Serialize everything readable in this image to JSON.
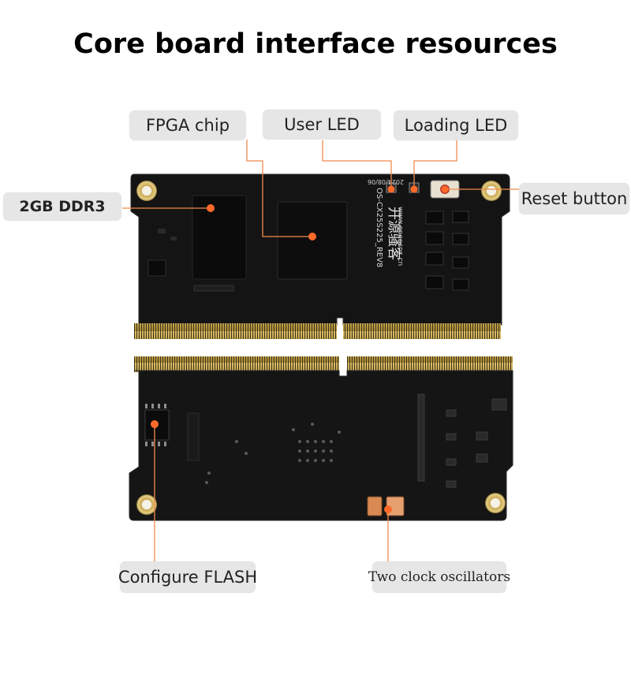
{
  "title": "Core board interface resources",
  "labels": {
    "fpga_chip": "FPGA chip",
    "user_led": "User LED",
    "loading_led": "Loading LED",
    "ddr3": "2GB DDR3",
    "reset_button": "Reset button",
    "configure_flash": "Configure FLASH",
    "clock_oscillators": "Two clock oscillators"
  },
  "board_print": {
    "date": "2024/08/06",
    "model": "OS-CX25S225_REV8",
    "brand_cn": "开源骚客",
    "url": "www.opensoc.cn"
  },
  "colors": {
    "callout": "#f08a4b",
    "marker": "#ff6a2a",
    "pcb": "#151515",
    "gold": "#c8a64a",
    "label_bg": "#e6e6e6"
  }
}
